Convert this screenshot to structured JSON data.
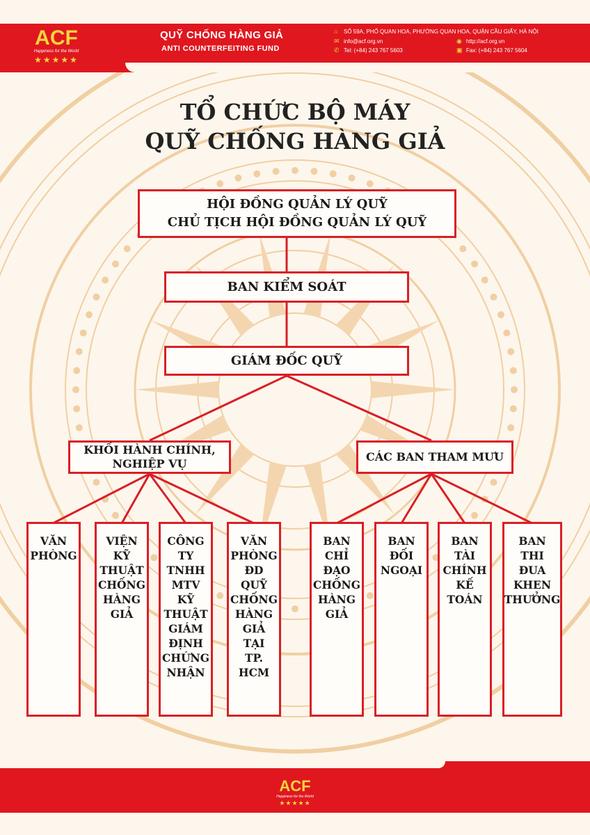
{
  "header": {
    "logo_name": "ACF",
    "logo_tagline": "Happiness for the World",
    "logo_stars": "★★★★★",
    "fund_name_vn": "QUỸ CHỐNG HÀNG GIẢ",
    "fund_name_en": "ANTI COUNTERFEITING FUND",
    "address": "SỐ 59A, PHỐ QUAN HOA, PHƯỜNG QUAN HOA, QUẬN CẦU GIẤY, HÀ NỘI",
    "email": "info@acf.org.vn",
    "website": "http://acf.org.vn",
    "tel": "Tel: (+84) 243 767 5603",
    "fax": "Fax: (+84) 243 767 5604",
    "icons": [
      "home-icon",
      "mail-icon",
      "globe-icon",
      "phone-icon",
      "fax-icon"
    ],
    "colors": {
      "band": "#e0171f",
      "logo": "#f5d53d"
    }
  },
  "title": {
    "line1": "TỔ CHỨC BỘ MÁY",
    "line2": "QUỸ CHỐNG HÀNG GIẢ"
  },
  "org": {
    "council": {
      "line1": "HỘI ĐỒNG QUẢN LÝ QUỸ",
      "line2": "CHỦ TỊCH HỘI ĐỒNG QUẢN LÝ QUỸ"
    },
    "supervisory": "BAN KIỂM SOÁT",
    "director": "GIÁM ĐỐC QUỸ",
    "admin_block": {
      "line1": "KHỐI HÀNH CHÍNH,",
      "line2": "NGHIỆP VỤ"
    },
    "advisory_block": "CÁC BAN THAM MƯU",
    "admin_units": [
      {
        "lines": [
          "VĂN",
          "PHÒNG"
        ]
      },
      {
        "lines": [
          "VIỆN",
          "KỸ",
          "THUẬT",
          "CHỐNG",
          "HÀNG",
          "GIẢ"
        ]
      },
      {
        "lines": [
          "CÔNG",
          "TY",
          "TNHH",
          "MTV",
          "KỸ",
          "THUẬT",
          "GIÁM",
          "ĐỊNH",
          "CHỨNG",
          "NHẬN"
        ]
      },
      {
        "lines": [
          "VĂN",
          "PHÒNG",
          "ĐD",
          "QUỸ",
          "CHỐNG",
          "HÀNG",
          "GIẢ",
          "TẠI",
          "TP.",
          "HCM"
        ]
      }
    ],
    "advisory_units": [
      {
        "lines": [
          "BAN",
          "CHỈ",
          "ĐẠO",
          "CHỐNG",
          "HÀNG",
          "GIẢ"
        ]
      },
      {
        "lines": [
          "BAN",
          "ĐỐI",
          "NGOẠI"
        ]
      },
      {
        "lines": [
          "BAN",
          "TÀI",
          "CHÍNH",
          "KẾ",
          "TOÁN"
        ]
      },
      {
        "lines": [
          "BAN",
          "THI",
          "ĐUA",
          "KHEN",
          "THƯỞNG"
        ]
      }
    ],
    "colors": {
      "border": "#d91f26",
      "connector": "#d91f26"
    }
  },
  "footer": {
    "logo_name": "ACF",
    "logo_tagline": "Happiness for the World",
    "logo_stars": "★★★★★"
  }
}
